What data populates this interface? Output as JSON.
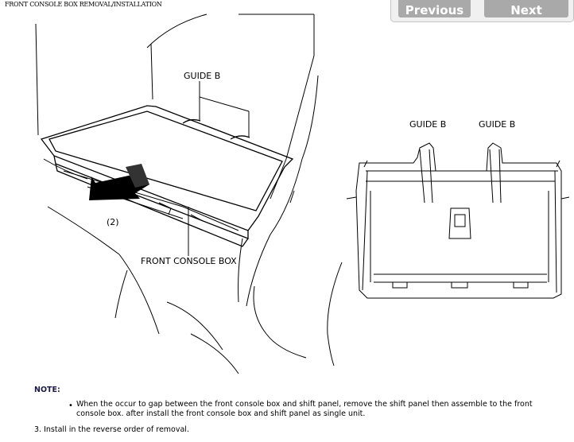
{
  "page": {
    "title": "FRONT CONSOLE BOX REMOVAL/INSTALLATION"
  },
  "nav": {
    "previous_label": "Previous",
    "next_label": "Next"
  },
  "figure": {
    "label_guide_b_left": "GUIDE B",
    "label_step_number": "(2)",
    "label_front_console_box": "FRONT CONSOLE BOX",
    "label_guide_b_detail_1": "GUIDE B",
    "label_guide_b_detail_2": "GUIDE B"
  },
  "note": {
    "heading": "NOTE:",
    "bullet": "•",
    "text": "When the occur to gap between the front console box and shift panel, remove the shift panel then assemble to the front console box. after install the front console box and shift panel as single unit."
  },
  "step": {
    "text": "3. Install in the reverse order of removal."
  }
}
